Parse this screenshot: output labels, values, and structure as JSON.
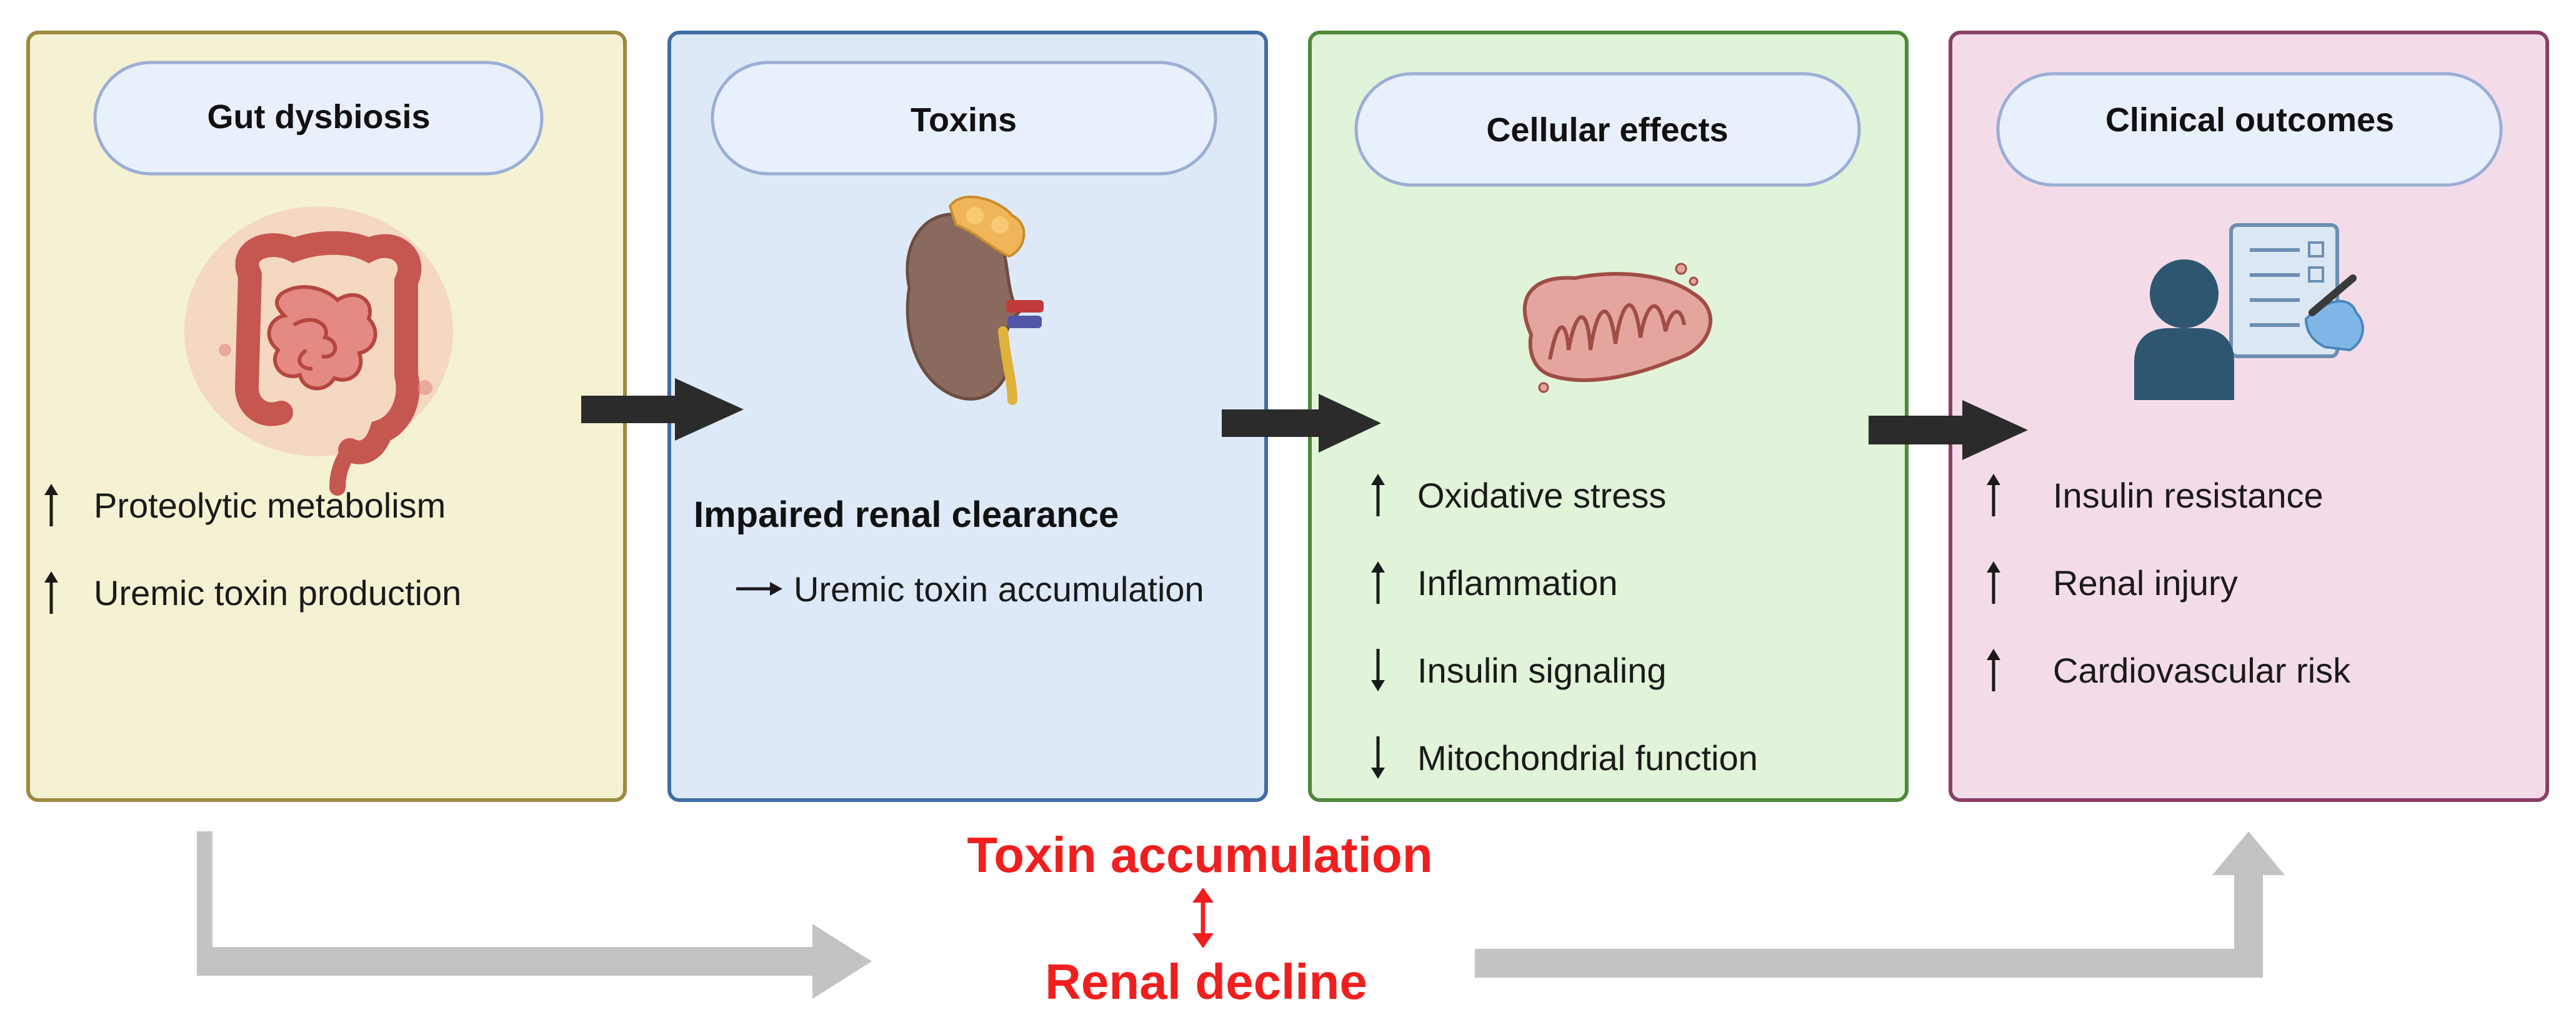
{
  "colors": {
    "panel1_fill": "#f5f1d3",
    "panel1_stroke": "#9c8a3f",
    "panel2_fill": "#dde9f7",
    "panel2_stroke": "#3f6ea3",
    "panel3_fill": "#e1f3d8",
    "panel3_stroke": "#4e8a3a",
    "panel4_fill": "#f3dce8",
    "panel4_stroke": "#8a3f66",
    "header_fill": "#e8f0fb",
    "header_stroke": "#9aaed6",
    "arrow": "#2b2b2b",
    "flow_arrow": "#c3c3c3",
    "accent_red": "#f01f1f"
  },
  "panels": [
    {
      "header": "Gut dysbiosis",
      "icon": "intestine-icon",
      "items": [
        {
          "dir": "up",
          "text": "Proteolytic metabolism"
        },
        {
          "dir": "up",
          "text": "Uremic toxin production"
        }
      ]
    },
    {
      "header": "Toxins",
      "icon": "kidney-icon",
      "bold_text": "Impaired renal clearance",
      "items": [
        {
          "dir": "right",
          "text": "Uremic toxin accumulation"
        }
      ]
    },
    {
      "header": "Cellular effects",
      "icon": "mitochondria-icon",
      "items": [
        {
          "dir": "up",
          "text": "Oxidative stress"
        },
        {
          "dir": "up",
          "text": "Inflammation"
        },
        {
          "dir": "down",
          "text": "Insulin signaling"
        },
        {
          "dir": "down",
          "text": "Mitochondrial function"
        }
      ]
    },
    {
      "header": "Clinical outcomes",
      "icon": "clinician-checklist-icon",
      "items": [
        {
          "dir": "up",
          "text": "Insulin resistance"
        },
        {
          "dir": "up",
          "text": "Renal injury"
        },
        {
          "dir": "up",
          "text": "Cardiovascular risk"
        }
      ]
    }
  ],
  "bottom": {
    "line1": "Toxin accumulation",
    "line2": "Renal decline"
  }
}
